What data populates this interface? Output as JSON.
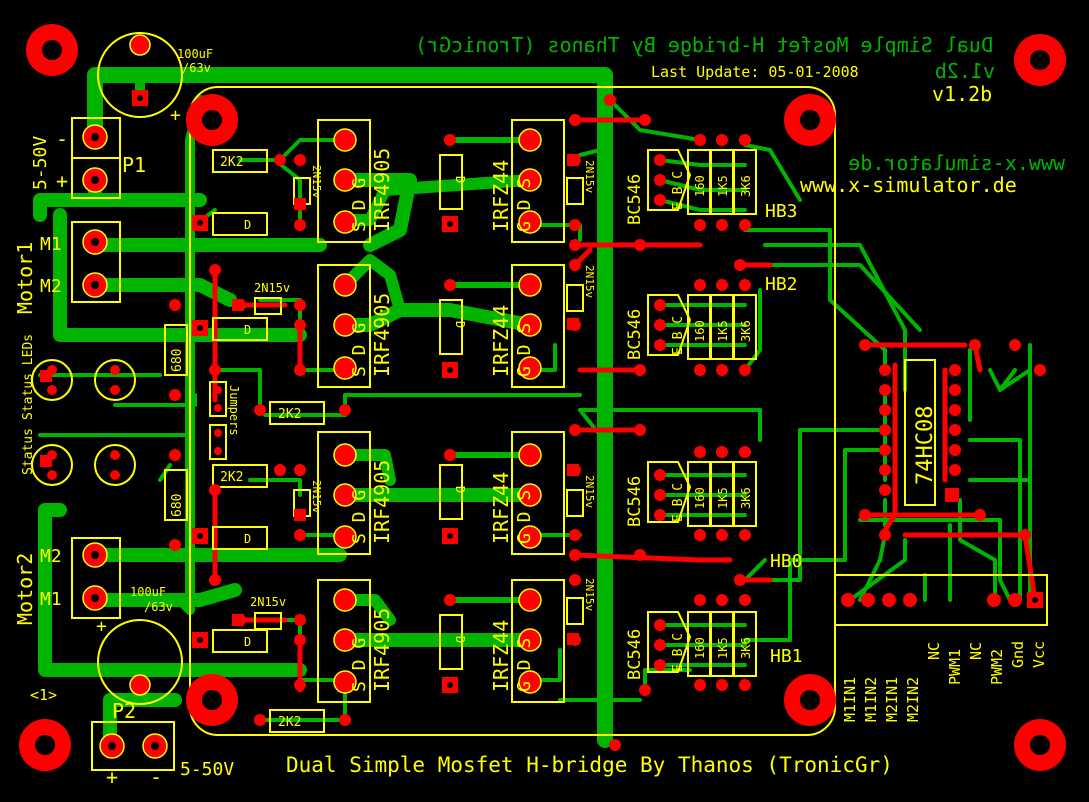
{
  "title": "Dual Simple Mosfet H-bridge By Thanos (TronicGr)",
  "title_mirrored": "Dual Simple Mosfet H-bridge By Thanos (TronicGr)",
  "last_update": "Last Update: 05-01-2008",
  "version_mirrored": "v1.2b",
  "version": "v1.2b",
  "website_mirrored": "www.x-simulator.de",
  "website": "www.x-simulator.de",
  "power_top": {
    "cap": "100uF\n/63v",
    "cap_l1": "100uF",
    "cap_l2": "/63v",
    "plus": "+",
    "minus": "-",
    "connector": "P1",
    "voltage": "5-50V",
    "pin_plus": "+"
  },
  "power_bottom": {
    "cap_l1": "100uF",
    "cap_l2": "/63v",
    "plus": "+",
    "connector": "P2",
    "voltage": "5-50V",
    "pin_plus": "+",
    "pin_minus": "-",
    "arrow": "<1>"
  },
  "motor1": {
    "label": "Motor1",
    "m1": "M1",
    "m2": "M2"
  },
  "motor2": {
    "label": "Motor2",
    "m1": "M1",
    "m2": "M2"
  },
  "status_leds": "Status LEDs",
  "status": "Status",
  "jumpers": "Jumpers",
  "resistor_680": "680",
  "resistor_2k2": "2K2",
  "zener": "2N15v",
  "diode": "D",
  "pmos": "IRF4905",
  "nmos": "IRFZ44",
  "pins_pmos": "S D G",
  "pins_nmos": "G D S",
  "bjt": "BC546",
  "ebc": "E B C",
  "r160": "160",
  "r1k5": "1K5",
  "r3k6": "3K6",
  "hb": [
    "HB3",
    "HB2",
    "HB0",
    "HB1"
  ],
  "ic": "74HC08",
  "header_pins": [
    "M1IN1",
    "M1IN2",
    "M2IN1",
    "M2IN2",
    "NC",
    "PWM1",
    "NC",
    "PWM2",
    "Gnd",
    "Vcc"
  ],
  "colors": {
    "copper_top": "#FF0000",
    "copper_bottom": "#00B400",
    "silk": "#FFFF00",
    "title_mirror": "#00B400",
    "background": "#000000"
  }
}
